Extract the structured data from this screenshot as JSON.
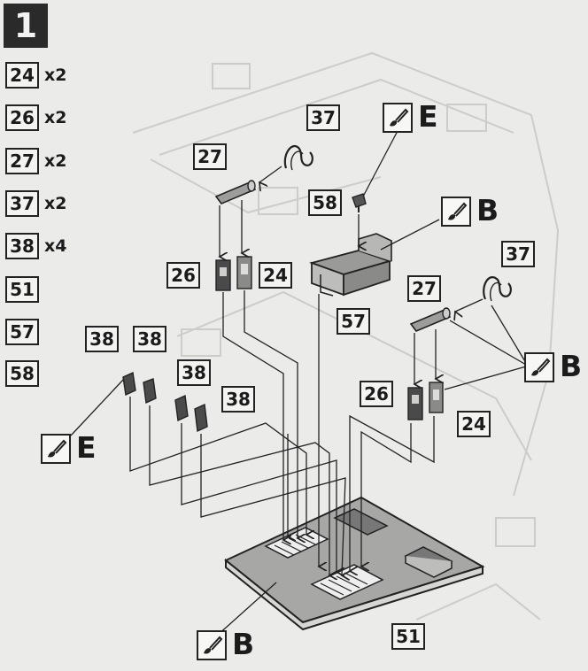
{
  "step_number": "1",
  "parts_list": [
    {
      "part": "24",
      "qty": "x2"
    },
    {
      "part": "26",
      "qty": "x2"
    },
    {
      "part": "27",
      "qty": "x2"
    },
    {
      "part": "37",
      "qty": "x2"
    },
    {
      "part": "38",
      "qty": "x4"
    },
    {
      "part": "51",
      "qty": ""
    },
    {
      "part": "57",
      "qty": ""
    },
    {
      "part": "58",
      "qty": ""
    }
  ],
  "callouts": {
    "p37_left": "37",
    "p27_left": "27",
    "p26_left": "26",
    "p24_left": "24",
    "p58": "58",
    "p57": "57",
    "p37_right": "37",
    "p27_right": "27",
    "p26_right": "26",
    "p24_right": "24",
    "p38_a": "38",
    "p38_b": "38",
    "p38_c": "38",
    "p38_d": "38",
    "p51": "51"
  },
  "paint_marks": {
    "e_top": "E",
    "b_57": "B",
    "b_right": "B",
    "e_left": "E",
    "b_base": "B"
  },
  "colors": {
    "background": "#ebebea",
    "ink": "#222222",
    "part_fill": "#9a9a98",
    "step_fill": "#2a2a2a"
  }
}
